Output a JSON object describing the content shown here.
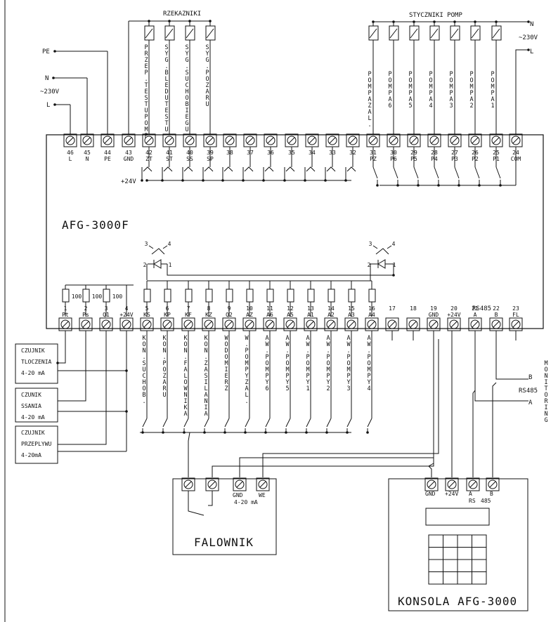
{
  "title": "AFG-3000F",
  "header_relays": "RZEKAZNIKI",
  "header_contactors": "STYCZNIKI POMP",
  "power_labels": {
    "pe": "PE",
    "n": "N",
    "v230": "~230V",
    "l": "L"
  },
  "right_power_labels": {
    "n": "N",
    "v230": "~230V",
    "l": "L"
  },
  "plus24": "+24V",
  "top_terminals": [
    {
      "num": "46",
      "name": "L"
    },
    {
      "num": "45",
      "name": "N"
    },
    {
      "num": "44",
      "name": "PE"
    },
    {
      "num": "43",
      "name": "GND"
    },
    {
      "num": "42",
      "name": "ZT"
    },
    {
      "num": "41",
      "name": "ST"
    },
    {
      "num": "40",
      "name": "SS"
    },
    {
      "num": "39",
      "name": "SP"
    },
    {
      "num": "38",
      "name": ""
    },
    {
      "num": "37",
      "name": ""
    },
    {
      "num": "36",
      "name": ""
    },
    {
      "num": "35",
      "name": ""
    },
    {
      "num": "34",
      "name": ""
    },
    {
      "num": "33",
      "name": ""
    },
    {
      "num": "32",
      "name": ""
    },
    {
      "num": "31",
      "name": "PZ"
    },
    {
      "num": "30",
      "name": "P6"
    },
    {
      "num": "29",
      "name": "P5"
    },
    {
      "num": "28",
      "name": "P4"
    },
    {
      "num": "27",
      "name": "P3"
    },
    {
      "num": "26",
      "name": "P2"
    },
    {
      "num": "25",
      "name": "P1"
    },
    {
      "num": "24",
      "name": "COM"
    }
  ],
  "relay_labels": [
    "PRZEP.TESTU POMP",
    "SYG.BLEDU TESTU",
    "SYG.SUCHOBIEGU",
    "SYG.POZARU"
  ],
  "pump_labels": [
    "POMPA ZAL.",
    "POMPA 6",
    "POMPA 5",
    "POMPA 4",
    "POMPA 3",
    "POMPA 2",
    "POMPA 1"
  ],
  "bottom_terminals": [
    {
      "num": "1",
      "name": "Pt"
    },
    {
      "num": "2",
      "name": "Ps"
    },
    {
      "num": "3",
      "name": "Q1"
    },
    {
      "num": "4",
      "name": "+24V"
    },
    {
      "num": "5",
      "name": "KS"
    },
    {
      "num": "6",
      "name": "KP"
    },
    {
      "num": "7",
      "name": "KF"
    },
    {
      "num": "8",
      "name": "KZ"
    },
    {
      "num": "9",
      "name": "Q2"
    },
    {
      "num": "10",
      "name": "AZ"
    },
    {
      "num": "11",
      "name": "A6"
    },
    {
      "num": "12",
      "name": "A5"
    },
    {
      "num": "13",
      "name": "A1"
    },
    {
      "num": "14",
      "name": "A2"
    },
    {
      "num": "15",
      "name": "A3"
    },
    {
      "num": "16",
      "name": "A4"
    },
    {
      "num": "17",
      "name": ""
    },
    {
      "num": "18",
      "name": ""
    },
    {
      "num": "19",
      "name": "GND"
    },
    {
      "num": "20",
      "name": "+24V"
    },
    {
      "num": "21",
      "name": "A"
    },
    {
      "num": "22",
      "name": "B"
    },
    {
      "num": "23",
      "name": "FL"
    }
  ],
  "resistor_value": "100",
  "input_labels": [
    "KON.SUCHOB.",
    "KON.POZARU",
    "KON.FALOWNIKA",
    "KON.ZASILANIA",
    "WODOMIERZ",
    "W.POMPY ZAL.",
    "AW.POMPY 6",
    "AW.POMPY 5",
    "AW.POMPY 1",
    "AW.POMPY 2",
    "AW.POMPY 3",
    "AW.POMPY 4"
  ],
  "rs485": "RS485",
  "rs485_b": "B",
  "rs485_a": "A",
  "monitoring": "MONITORING",
  "optocoupler": {
    "pin1": "1",
    "pin2": "2",
    "pin3": "3",
    "pin4": "4"
  },
  "sensors": [
    {
      "lines": [
        "CZUJNIK",
        "TLOCZENIA",
        "4-20 mA"
      ]
    },
    {
      "lines": [
        "CZUNIK",
        "SSANIA",
        "4-20 mA"
      ]
    },
    {
      "lines": [
        "CZUJNIK",
        "PRZEPLYWU",
        "4-20mA"
      ]
    }
  ],
  "falownik": {
    "title": "FALOWNIK",
    "gnd": "GND",
    "we": "WE",
    "range": "4-20 mA"
  },
  "konsola": {
    "title": "KONSOLA AFG-3000",
    "gnd": "GND",
    "v24": "+24V",
    "a": "A",
    "b": "B",
    "rs": "RS",
    "n485": "485"
  }
}
